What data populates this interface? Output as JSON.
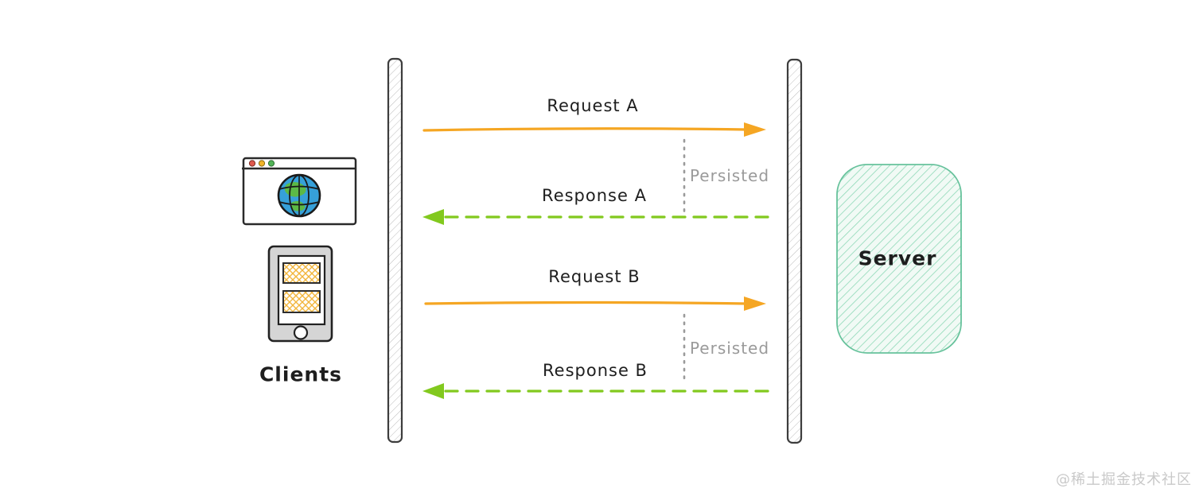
{
  "diagram": {
    "title_hint": "client-server persisted connection sequence diagram",
    "clients": {
      "label": "Clients",
      "icons": [
        "browser-window-icon",
        "mobile-phone-icon"
      ]
    },
    "server": {
      "label": "Server"
    },
    "messages": {
      "request_a": {
        "label": "Request A",
        "direction": "right",
        "line_style": "solid"
      },
      "response_a": {
        "label": "Response A",
        "direction": "left",
        "line_style": "dashed"
      },
      "request_b": {
        "label": "Request B",
        "direction": "right",
        "line_style": "solid"
      },
      "response_b": {
        "label": "Response B",
        "direction": "left",
        "line_style": "dashed"
      }
    },
    "persisted": {
      "first": {
        "label": "Persisted"
      },
      "second": {
        "label": "Persisted"
      }
    },
    "colors": {
      "request_orange": "#f5a623",
      "response_green": "#82c91e",
      "persisted_gray": "#9a9a9a",
      "server_teal_stroke": "#67c29c",
      "server_teal_hatch": "#8ed8b7",
      "server_teal_fill": "#f1faf5",
      "lifeline_stroke": "#3d3d3d",
      "lifeline_hatch": "#bcbcbc",
      "ink_black": "#1e1e1e",
      "dot_red": "#e05a4e",
      "dot_yellow": "#f0b429",
      "dot_green": "#53b458",
      "globe_blue": "#36a0d9",
      "globe_land_green": "#5cb946",
      "phone_body_gray": "#d5d5d5",
      "screen_block_orange": "#f2b53c"
    }
  },
  "watermark": {
    "text": "@稀土掘金技术社区"
  }
}
